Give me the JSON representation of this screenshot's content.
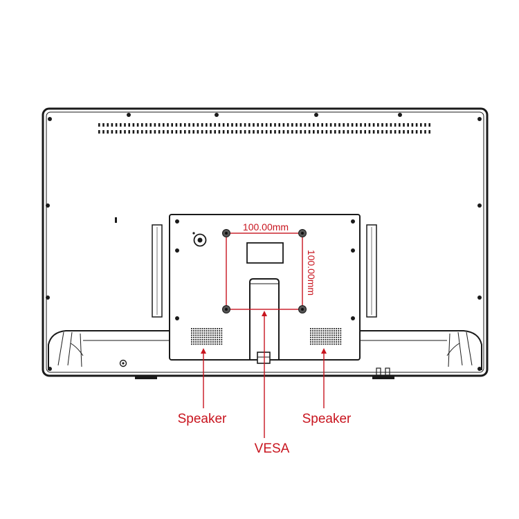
{
  "callouts": {
    "speaker_left": "Speaker",
    "speaker_right": "Speaker",
    "vesa": "VESA"
  },
  "dimensions": {
    "horizontal": "100.00mm",
    "vertical": "100.00mm"
  },
  "colors": {
    "outline": "#1a1a1a",
    "accent": "#c8141e",
    "background": "#ffffff"
  }
}
